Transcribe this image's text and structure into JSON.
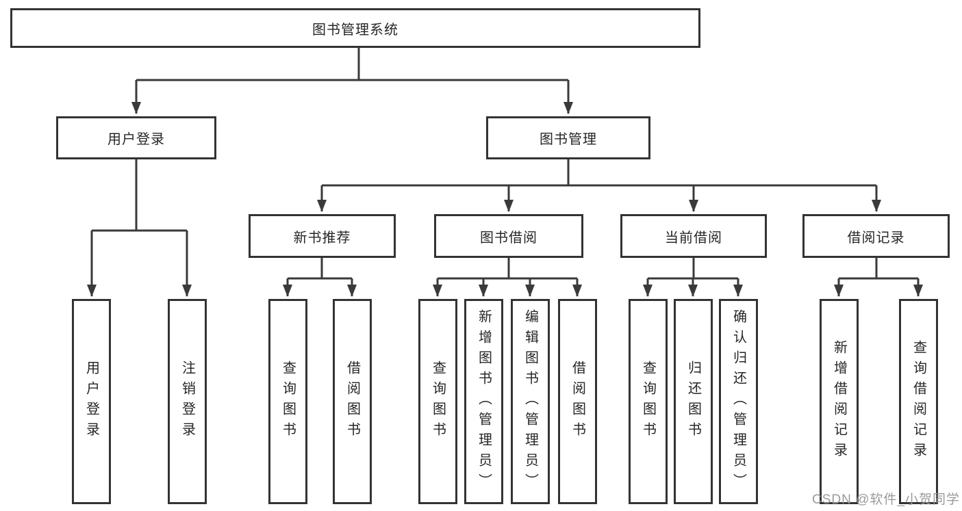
{
  "diagram": {
    "root": {
      "label": "图书管理系统"
    },
    "level2": [
      {
        "label": "用户登录"
      },
      {
        "label": "图书管理"
      }
    ],
    "level3": [
      {
        "label": "新书推荐"
      },
      {
        "label": "图书借阅"
      },
      {
        "label": "当前借阅"
      },
      {
        "label": "借阅记录"
      }
    ],
    "leaf_groups": [
      {
        "parent": "用户登录",
        "items": [
          "用户登录",
          "注销登录"
        ]
      },
      {
        "parent": "新书推荐",
        "items": [
          "查询图书",
          "借阅图书"
        ]
      },
      {
        "parent": "图书借阅",
        "items": [
          "查询图书",
          "新增图书（管理员）",
          "编辑图书（管理员）",
          "借阅图书"
        ]
      },
      {
        "parent": "当前借阅",
        "items": [
          "查询图书",
          "归还图书",
          "确认归还（管理员）"
        ]
      },
      {
        "parent": "借阅记录",
        "items": [
          "新增借阅记录",
          "查询借阅记录"
        ]
      }
    ],
    "watermark": "CSDN @软件_小贺同学",
    "colors": {
      "line": "#3a3a3a",
      "box_border": "#333333",
      "box_fill": "#ffffff",
      "text": "#262626",
      "watermark": "#9a9a9a"
    }
  }
}
